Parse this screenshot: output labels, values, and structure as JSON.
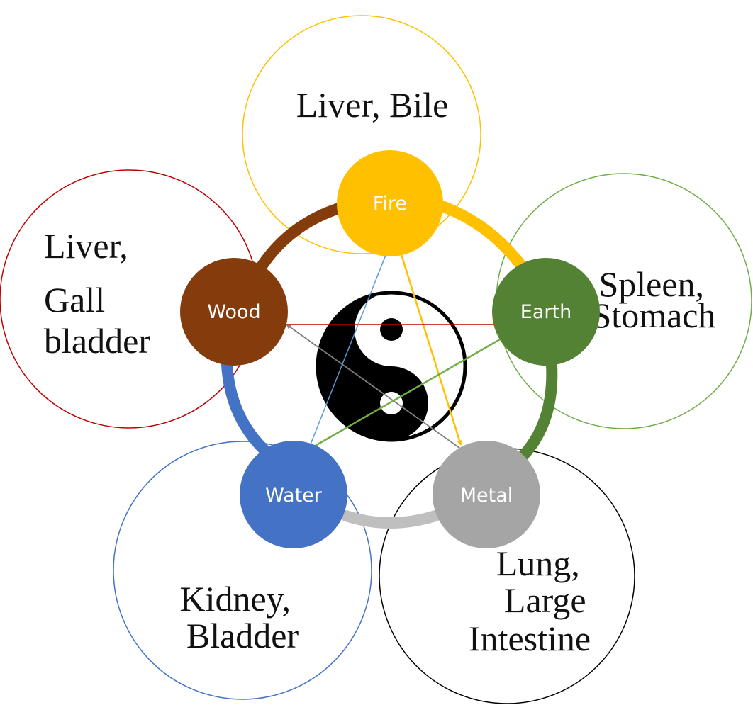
{
  "elements": {
    "fire": {
      "label": "Fire",
      "color": "#FFC000"
    },
    "earth": {
      "label": "Earth",
      "color": "#548235"
    },
    "metal": {
      "label": "Metal",
      "color": "#A5A5A5"
    },
    "water": {
      "label": "Water",
      "color": "#4472C4"
    },
    "wood": {
      "label": "Wood",
      "color": "#843C0C"
    }
  },
  "organs": {
    "fire": {
      "lines": [
        "Liver, Bile"
      ],
      "outline_color": "#FFC000"
    },
    "earth": {
      "lines": [
        "Spleen,",
        "Stomach"
      ],
      "outline_color": "#70AD47"
    },
    "metal": {
      "lines": [
        "Lung,",
        "Large",
        "Intestine"
      ],
      "outline_color": "#000000"
    },
    "water": {
      "lines": [
        "Kidney,",
        "Bladder"
      ],
      "outline_color": "#4472C4"
    },
    "wood": {
      "lines": [
        "Liver,",
        "Gall",
        "bladder"
      ],
      "outline_color": "#C00000"
    }
  },
  "generating_cycle": [
    {
      "from": "fire",
      "to": "earth",
      "color": "#FFC000"
    },
    {
      "from": "earth",
      "to": "metal",
      "color": "#548235"
    },
    {
      "from": "metal",
      "to": "water",
      "color": "#BFBFBF"
    },
    {
      "from": "water",
      "to": "wood",
      "color": "#4472C4"
    },
    {
      "from": "wood",
      "to": "fire",
      "color": "#843C0C"
    }
  ],
  "controlling_cycle": [
    {
      "from": "fire",
      "to": "metal",
      "color": "#FFC000"
    },
    {
      "from": "metal",
      "to": "wood",
      "color": "#7F7F7F"
    },
    {
      "from": "wood",
      "to": "earth",
      "color": "#C00000"
    },
    {
      "from": "earth",
      "to": "water",
      "color": "#70AD47"
    },
    {
      "from": "water",
      "to": "fire",
      "color": "#5B9BD5"
    }
  ],
  "center_symbol": "yin-yang-icon"
}
